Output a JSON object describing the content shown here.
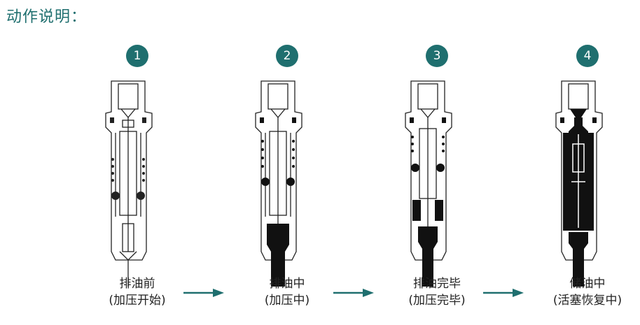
{
  "title": "动作说明：",
  "colors": {
    "accent": "#1f6f6f",
    "arrow": "#1f6f6f",
    "ink": "#222222",
    "fill": "#000000"
  },
  "steps": [
    {
      "number": "1",
      "label": "排油前",
      "sub": "(加压开始)",
      "variant": "start"
    },
    {
      "number": "2",
      "label": "排油中",
      "sub": "(加压中)",
      "variant": "discharging"
    },
    {
      "number": "3",
      "label": "排油完毕",
      "sub": "(加压完毕)",
      "variant": "done"
    },
    {
      "number": "4",
      "label": "储油中",
      "sub": "(活塞恢复中)",
      "variant": "storing"
    }
  ]
}
